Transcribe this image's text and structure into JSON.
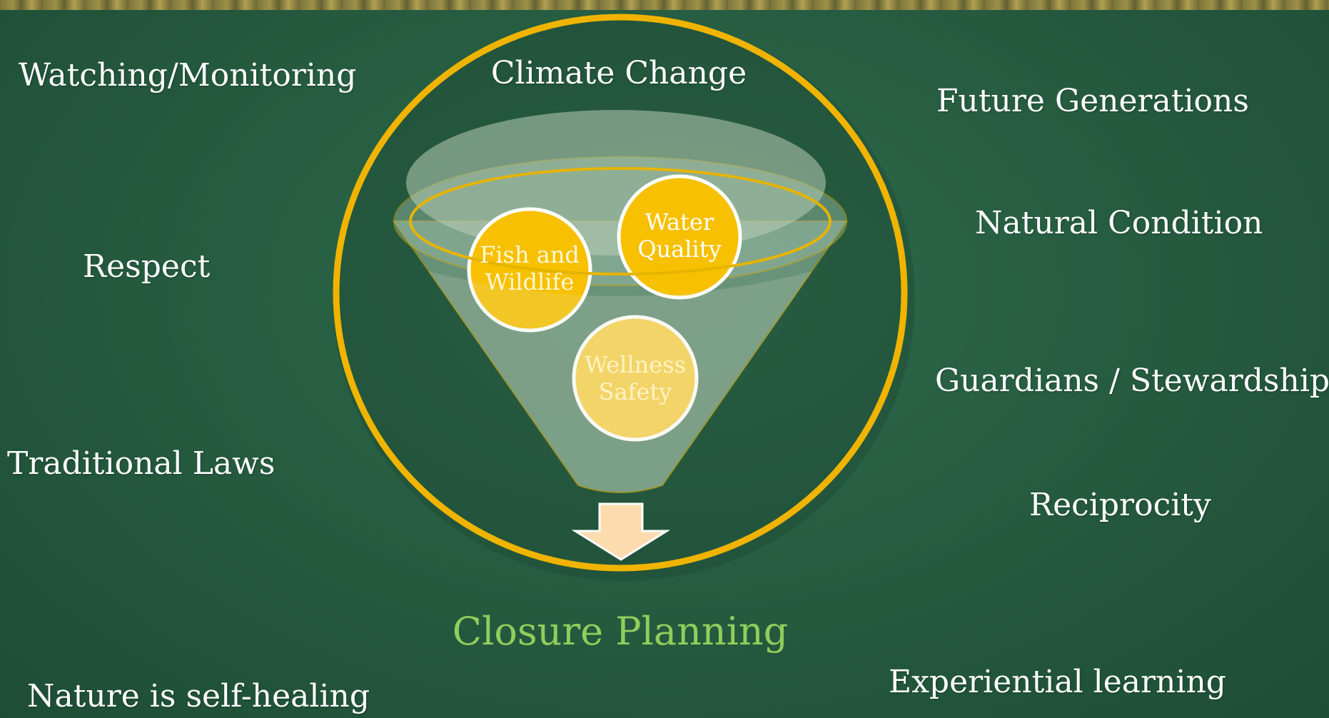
{
  "left_labels": [
    "Watching/Monitoring",
    "Respect",
    "Traditional Laws",
    "Nature is self-healing"
  ],
  "right_labels": [
    "Future Generations",
    "Natural Condition",
    "Guardians / Stewardship",
    "Reciprocity",
    "Experiential learning"
  ],
  "top_label": "Climate Change",
  "output_label": "Closure Planning",
  "funnel_circles": [
    {
      "line1": "Water",
      "line2": "Quality"
    },
    {
      "line1": "Fish and",
      "line2": "Wildlife"
    },
    {
      "line1": "Wellness",
      "line2": "Safety"
    }
  ],
  "colors": {
    "ring": "#f0b400",
    "circle_fill": "#f7c000",
    "output_text": "#8fce5c",
    "arrow": "#fcdcae"
  }
}
